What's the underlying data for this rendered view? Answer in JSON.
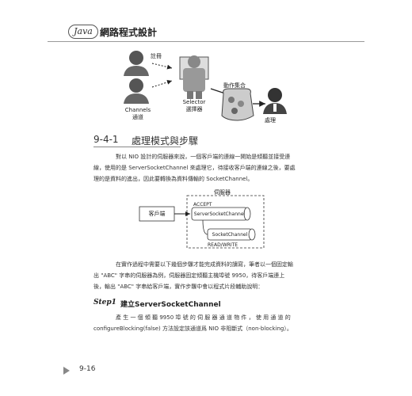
{
  "header": {
    "badge": "Java",
    "title": "網路程式設計"
  },
  "figure": {
    "register_label": "註冊",
    "channels_label_en": "Channels",
    "channels_label_zh": "通道",
    "selector_label_en": "Selector",
    "selector_label_zh": "選擇器",
    "action_set_label": "動作集合",
    "process_label": "處理"
  },
  "section": {
    "number": "9-4-1",
    "title": "處理模式與步驟"
  },
  "paragraph1": [
    "對以 NIO 設計的伺服器來說，一個客戶端的連線一開始是傾聽並接受連",
    "線，使用的是 ServerSocketChannel 來處理它，待接收客戶端的連線之後，要處",
    "理的是資料的進出，因此要轉換為資料傳輸的 SocketChannel。"
  ],
  "diagram": {
    "server_label": "伺服器",
    "client_label": "客戶端",
    "accept_label": "ACCEPT",
    "server_socket_channel": "ServerSocketChannel",
    "socket_channel": "SocketChannel",
    "read_write_label": "READ/WRITE"
  },
  "paragraph2": [
    "在實作過程中需要以下幾個步驟才能完成資料的讀寫，筆者以一個固定輸",
    "出 \"ABC\" 字串的伺服器為例，伺服器固定傾聽主機埠號 9950，待客戶端連上",
    "後，輸出 \"ABC\" 字串給客戶端，實作步驟中會以程式片段輔助說明："
  ],
  "step": {
    "label": "Step1",
    "title": "建立ServerSocketChannel"
  },
  "paragraph3": [
    "產 生 一 個 傾 聽 9950 埠 號 的 伺 服 器 通 道 物 件 ， 使 用 通 道 的",
    "configureBlocking(false) 方法設定該通道爲 NIO 非阻斷式（non-blocking）。"
  ],
  "footer": {
    "page": "9-16"
  }
}
